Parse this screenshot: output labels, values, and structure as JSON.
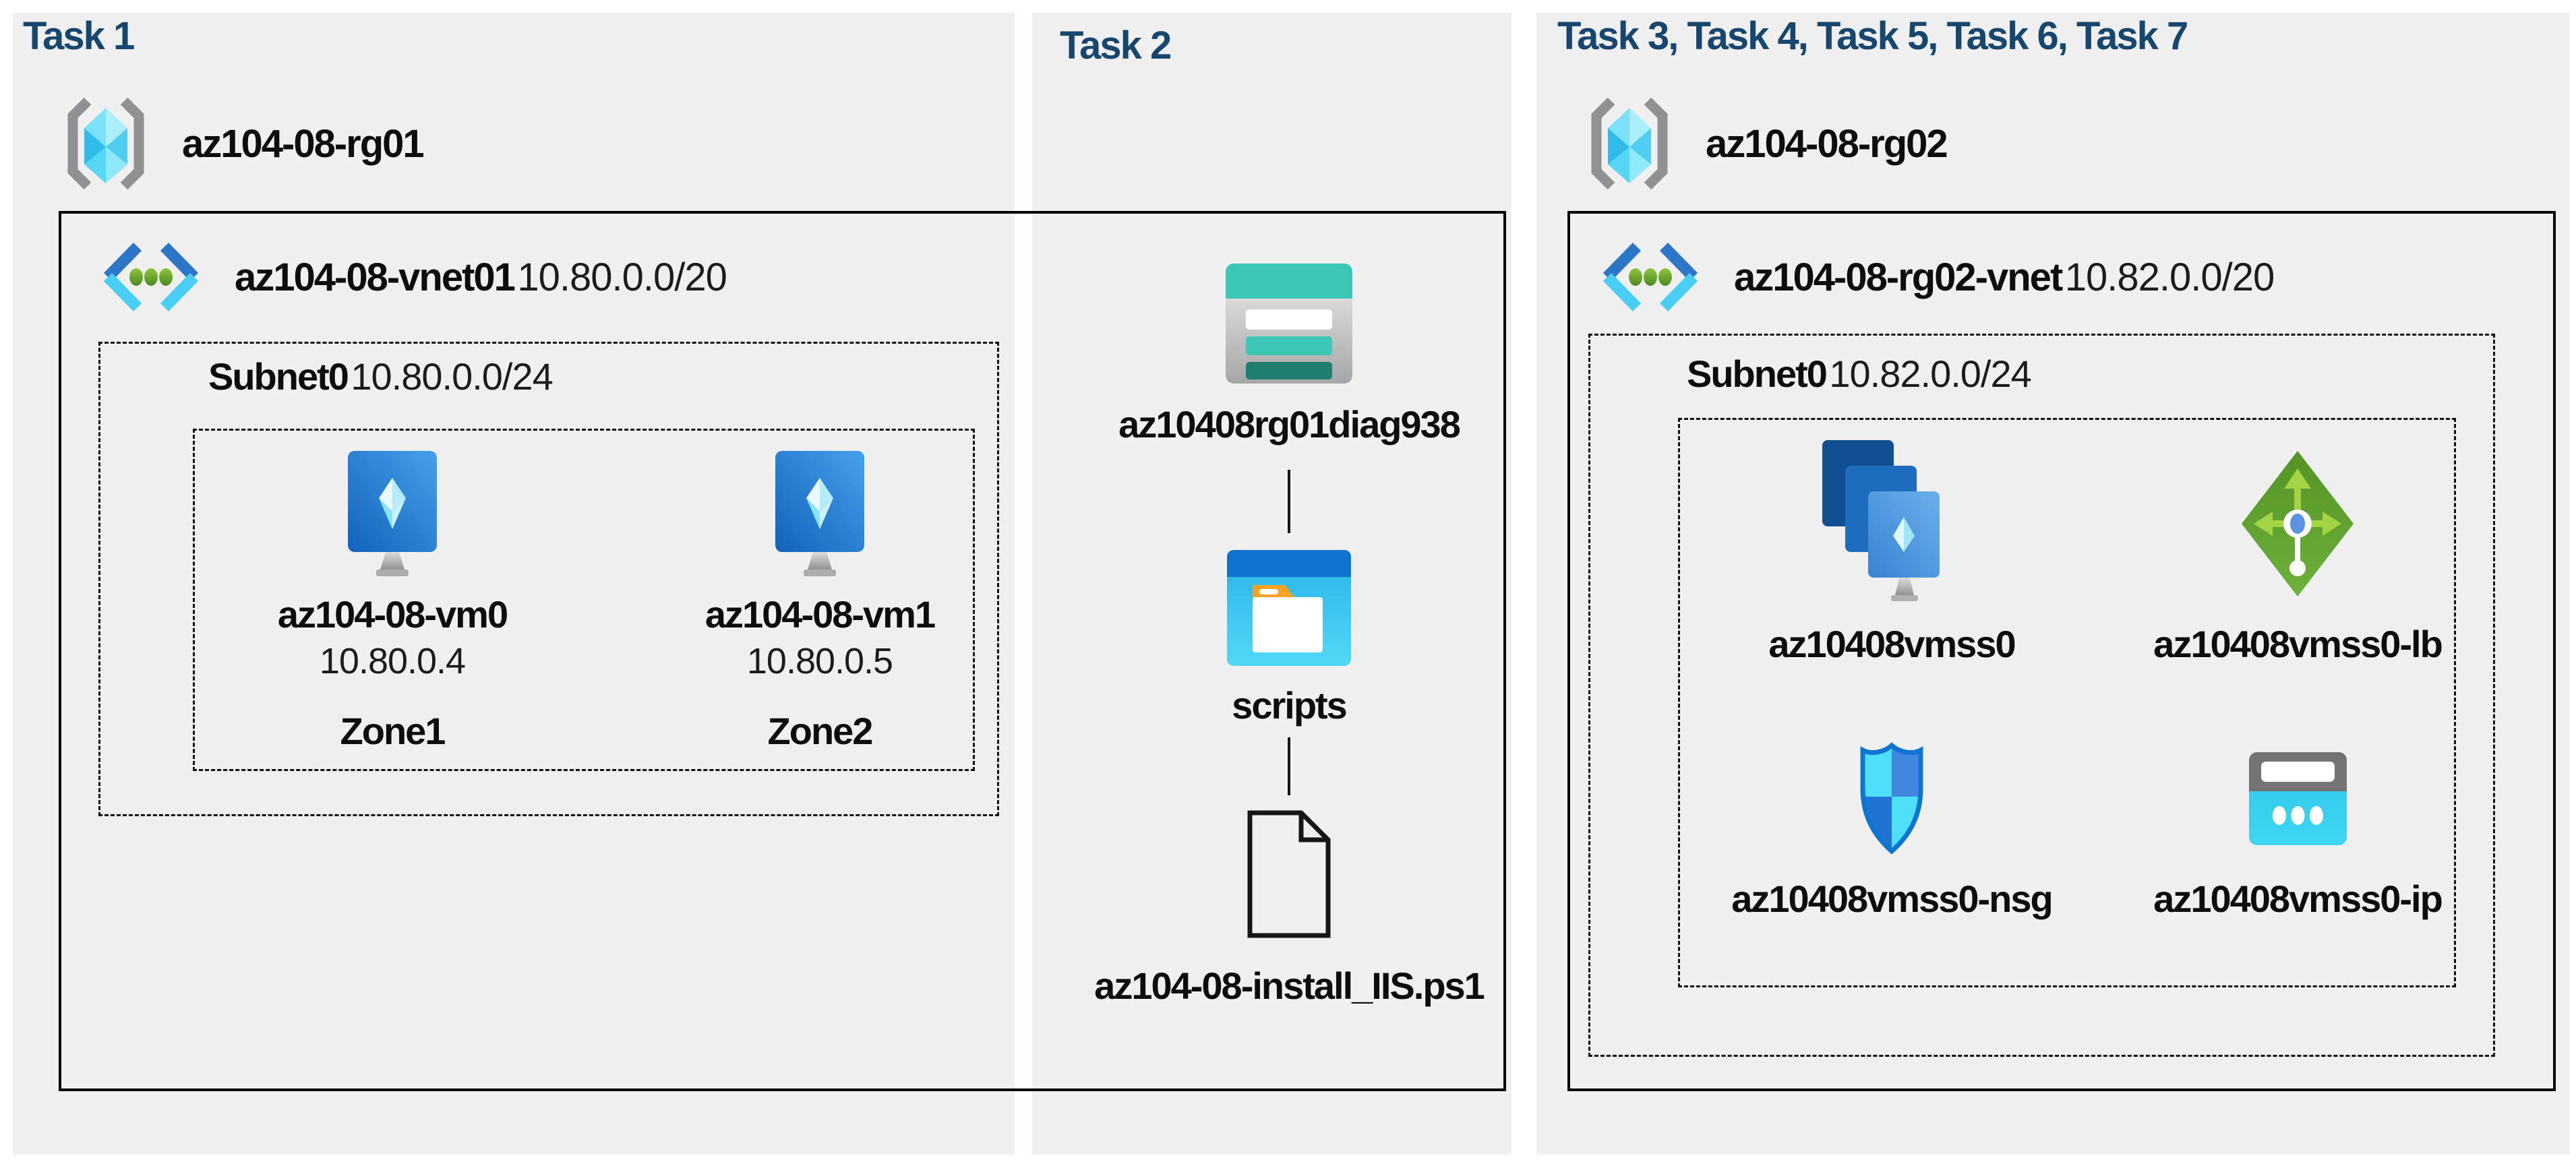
{
  "colors": {
    "page_bg": "#ffffff",
    "panel_bg": "#f0f0f1",
    "title_blue": "#17466f",
    "text_black": "#0d0d0d",
    "border_black": "#000000",
    "vnet_chevron_top": "#2b76c6",
    "vnet_chevron_bottom": "#49cff6",
    "lb_green": "#5c9c2e",
    "nsg_cyan": "#4fe0f9",
    "storage_teal": "#3bc7b3",
    "folder_orange": "#f5a225"
  },
  "panels": {
    "task1": {
      "title": "Task 1",
      "resource_group": {
        "name": "az104-08-rg01",
        "icon": "resource-group-icon"
      },
      "vnet": {
        "name": "az104-08-vnet01",
        "cidr": "10.80.0.0/20",
        "icon": "virtual-network-icon"
      },
      "subnet": {
        "name": "Subnet0",
        "cidr": "10.80.0.0/24"
      },
      "vms": [
        {
          "name": "az104-08-vm0",
          "ip": "10.80.0.4",
          "zone": "Zone1",
          "icon": "virtual-machine-icon"
        },
        {
          "name": "az104-08-vm1",
          "ip": "10.80.0.5",
          "zone": "Zone2",
          "icon": "virtual-machine-icon"
        }
      ]
    },
    "task2": {
      "title": "Task 2",
      "storage_account": {
        "name": "az10408rg01diag938",
        "icon": "storage-account-icon"
      },
      "container": {
        "name": "scripts",
        "icon": "folder-icon"
      },
      "file": {
        "name": "az104-08-install_IIS.ps1",
        "icon": "script-file-icon"
      }
    },
    "task3": {
      "title": "Task 3, Task 4, Task 5, Task 6, Task 7",
      "resource_group": {
        "name": "az104-08-rg02",
        "icon": "resource-group-icon"
      },
      "vnet": {
        "name": "az104-08-rg02-vnet",
        "cidr": "10.82.0.0/20",
        "icon": "virtual-network-icon"
      },
      "subnet": {
        "name": "Subnet0",
        "cidr": "10.82.0.0/24"
      },
      "resources": [
        {
          "name": "az10408vmss0",
          "icon": "vm-scale-set-icon"
        },
        {
          "name": "az10408vmss0-lb",
          "icon": "load-balancer-icon"
        },
        {
          "name": "az10408vmss0-nsg",
          "icon": "network-security-group-icon"
        },
        {
          "name": "az10408vmss0-ip",
          "icon": "public-ip-icon"
        }
      ]
    }
  }
}
